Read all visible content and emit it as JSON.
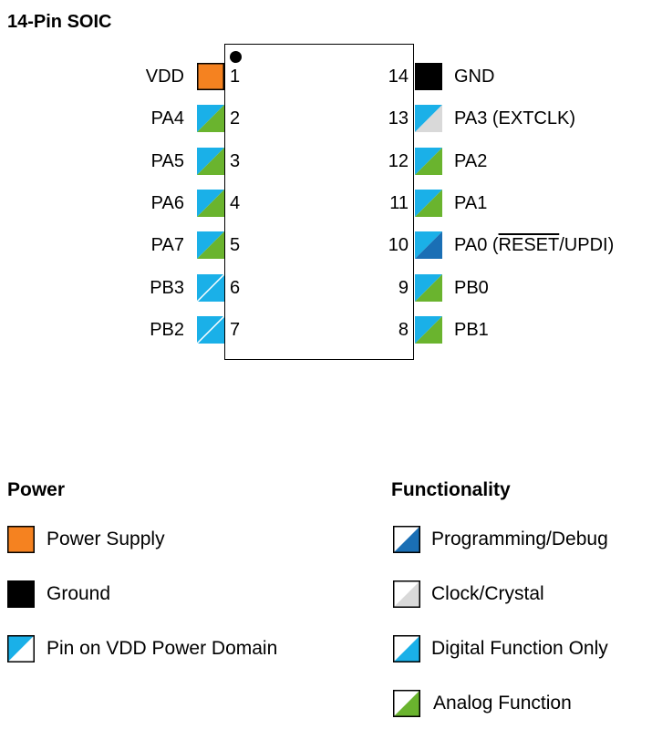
{
  "title": "14-Pin SOIC",
  "colors": {
    "power": "#f58220",
    "ground": "#000000",
    "vdd_domain": "#1ab0e8",
    "programming": "#1a6fb5",
    "clock": "#d9d9d9",
    "digital": "#1ab0e8",
    "analog": "#6ab42e"
  },
  "pins_left": [
    {
      "num": "1",
      "name": "VDD",
      "type": "power"
    },
    {
      "num": "2",
      "name": "PA4",
      "type": "analog"
    },
    {
      "num": "3",
      "name": "PA5",
      "type": "analog"
    },
    {
      "num": "4",
      "name": "PA6",
      "type": "analog"
    },
    {
      "num": "5",
      "name": "PA7",
      "type": "analog"
    },
    {
      "num": "6",
      "name": "PB3",
      "type": "digital"
    },
    {
      "num": "7",
      "name": "PB2",
      "type": "digital"
    }
  ],
  "pins_right": [
    {
      "num": "14",
      "name": "GND",
      "type": "ground"
    },
    {
      "num": "13",
      "name": "PA3 (EXTCLK)",
      "type": "clock"
    },
    {
      "num": "12",
      "name": "PA2",
      "type": "analog"
    },
    {
      "num": "11",
      "name": "PA1",
      "type": "analog"
    },
    {
      "num": "10",
      "name_prefix": "PA0 (",
      "name_overline": "RESET",
      "name_suffix": "/UPDI)",
      "type": "programming"
    },
    {
      "num": "9",
      "name": "PB0",
      "type": "analog"
    },
    {
      "num": "8",
      "name": "PB1",
      "type": "analog"
    }
  ],
  "legend": {
    "power": {
      "title": "Power",
      "items": [
        {
          "label": "Power Supply",
          "type": "power"
        },
        {
          "label": "Ground",
          "type": "ground"
        },
        {
          "label": "Pin on VDD Power Domain",
          "type": "vdd"
        }
      ]
    },
    "functionality": {
      "title": "Functionality",
      "items": [
        {
          "label": "Programming/Debug",
          "type": "programming"
        },
        {
          "label": "Clock/Crystal",
          "type": "clock"
        },
        {
          "label": "Digital Function Only",
          "type": "digital"
        },
        {
          "label": "Analog Function",
          "type": "analog"
        }
      ]
    }
  }
}
